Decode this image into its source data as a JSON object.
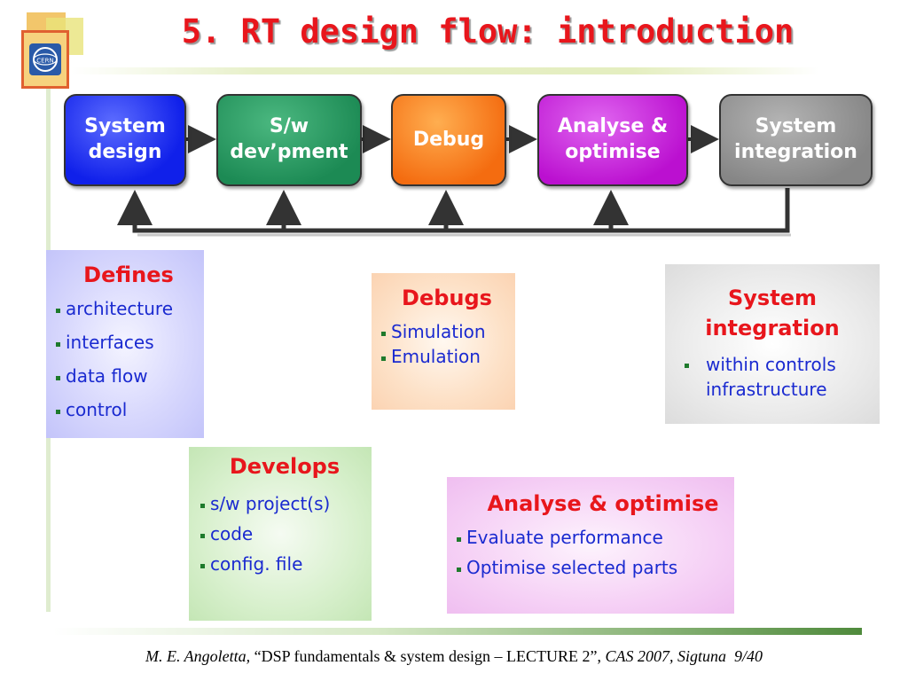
{
  "title": "5. RT design flow: introduction",
  "logo_text": "CERN",
  "flow": {
    "stages": [
      {
        "label": "System\ndesign",
        "color": "#1a28f0"
      },
      {
        "label": "S/w\ndev’pment",
        "color": "#24935c"
      },
      {
        "label": "Debug",
        "color": "#f47a18"
      },
      {
        "label": "Analyse &\noptimise",
        "color": "#c41ad6"
      },
      {
        "label": "System\nintegration",
        "color": "#8c8c8c"
      }
    ]
  },
  "boxes": {
    "system_design": {
      "heading": "Defines",
      "items": [
        "architecture",
        "interfaces",
        "data flow",
        "control"
      ]
    },
    "debug": {
      "heading": "Debugs",
      "items": [
        "Simulation",
        "Emulation"
      ]
    },
    "integration": {
      "heading": "System\nintegration",
      "items": [
        "within controls infrastructure"
      ]
    },
    "development": {
      "heading": "Develops",
      "items": [
        "s/w project(s)",
        "code",
        "config. file"
      ]
    },
    "analyse": {
      "heading": "Analyse & optimise",
      "items": [
        "Evaluate performance",
        "Optimise selected parts"
      ]
    }
  },
  "footer": {
    "author": "M. E. Angoletta,",
    "lecture": "“DSP fundamentals & system design – LECTURE 2”,",
    "event": "CAS 2007, Sigtuna",
    "page": "9/40"
  }
}
